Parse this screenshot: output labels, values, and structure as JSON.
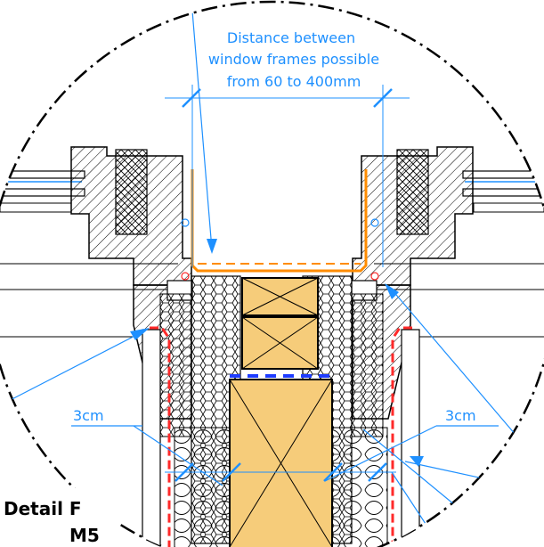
{
  "annotations": {
    "distance_line1": "Distance between",
    "distance_line2": "window frames possible",
    "distance_line3": "from 60 to 400mm",
    "left_gap": "3cm",
    "right_gap": "3cm"
  },
  "detail": {
    "title": "Detail F",
    "subtitle": "M5"
  },
  "colors": {
    "annotation": "#1e90ff",
    "membrane": "#ff2a2a",
    "flashing": "#ff8c00",
    "timber": "#f6cc7a",
    "line": "#000000"
  }
}
